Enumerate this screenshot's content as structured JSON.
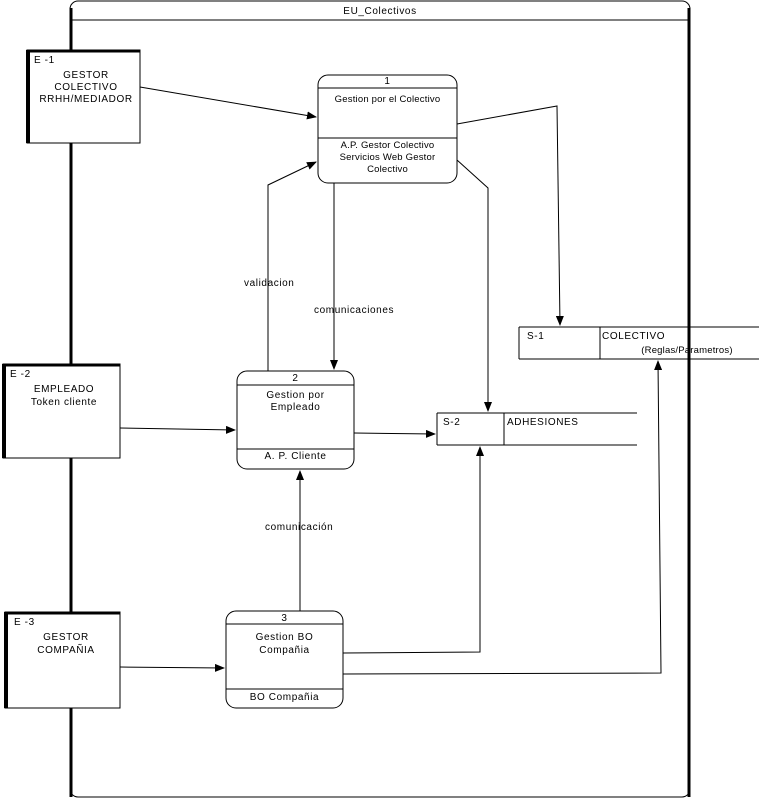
{
  "boundary": {
    "title": "EU_Colectivos"
  },
  "externals": [
    {
      "id": "E -1",
      "lines": [
        "GESTOR",
        "COLECTIVO",
        "RRHH/MEDIADOR"
      ]
    },
    {
      "id": "E -2",
      "lines": [
        "EMPLEADO",
        "Token cliente"
      ]
    },
    {
      "id": "E -3",
      "lines": [
        "GESTOR",
        "COMPAÑIA"
      ]
    }
  ],
  "processes": [
    {
      "number": "1",
      "name_lines": [
        "Gestion por el Colectivo"
      ],
      "location_lines": [
        "A.P. Gestor Colectivo",
        "Servicios Web Gestor",
        "Colectivo"
      ]
    },
    {
      "number": "2",
      "name_lines": [
        "Gestion por",
        "Empleado"
      ],
      "location_lines": [
        "A. P. Cliente"
      ]
    },
    {
      "number": "3",
      "name_lines": [
        "Gestion BO",
        "Compañia"
      ],
      "location_lines": [
        "BO Compañia"
      ]
    }
  ],
  "stores": [
    {
      "id": "S-1",
      "name_lines": [
        "COLECTIVO",
        "(Reglas/Parametros)"
      ]
    },
    {
      "id": "S-2",
      "name_lines": [
        "ADHESIONES"
      ]
    }
  ],
  "flows": [
    {
      "label": "validacion"
    },
    {
      "label": "comunicaciones"
    },
    {
      "label": "comunicación"
    }
  ],
  "colors": {
    "line": "#000000",
    "background": "#ffffff"
  }
}
